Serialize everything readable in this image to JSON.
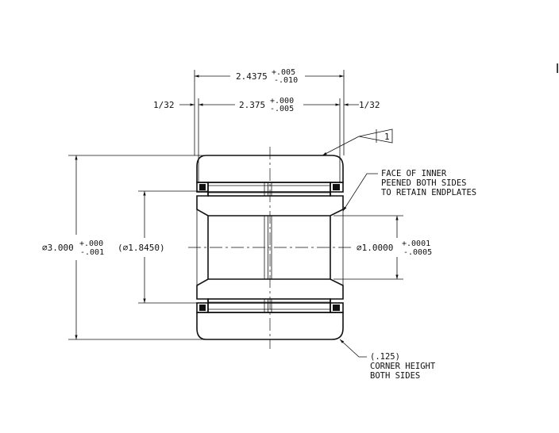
{
  "dimensions": {
    "overall_width": {
      "value": "2.4375",
      "tol_plus": "+.005",
      "tol_minus": "-.010"
    },
    "inner_width": {
      "value": "2.375",
      "tol_plus": "+.000",
      "tol_minus": "-.005"
    },
    "endplate_left": "1/32",
    "endplate_right": "1/32",
    "outer_diameter": {
      "value": "∅3.000",
      "tol_plus": "+.000",
      "tol_minus": "-.001"
    },
    "roller_diameter": "(∅1.8450)",
    "bore_diameter": {
      "value": "∅1.0000",
      "tol_plus": "+.0001",
      "tol_minus": "-.0005"
    }
  },
  "notes": {
    "flag_number": "1",
    "peen_note": [
      "FACE OF INNER",
      "PEENED BOTH SIDES",
      "TO RETAIN ENDPLATES"
    ],
    "corner_note": [
      "(.125)",
      "CORNER HEIGHT",
      "BOTH SIDES"
    ]
  }
}
